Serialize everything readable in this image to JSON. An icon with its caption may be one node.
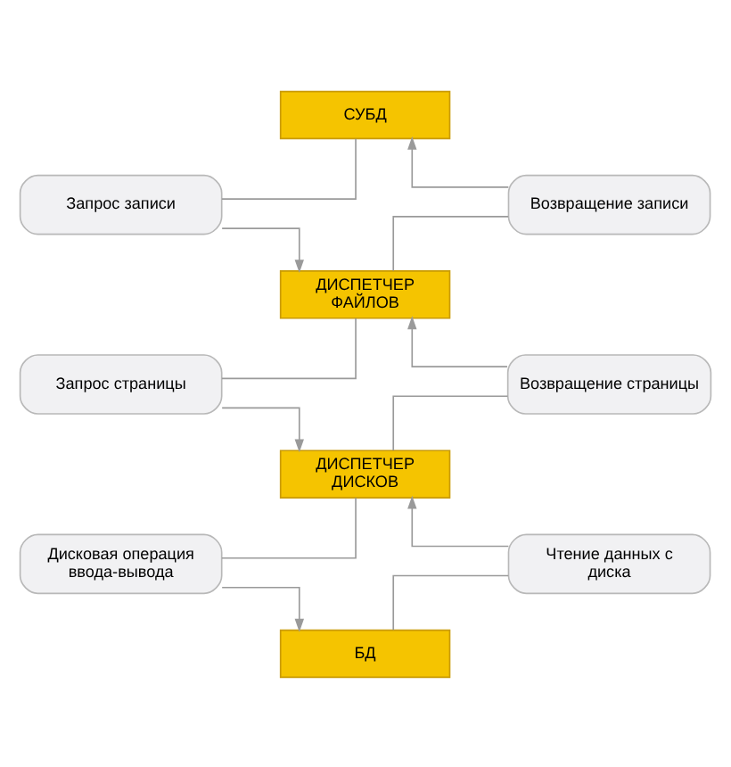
{
  "diagram": {
    "nodes": [
      {
        "text": [
          "СУБД"
        ]
      },
      {
        "text": [
          "Запрос записи"
        ]
      },
      {
        "text": [
          "Возвращение записи"
        ]
      },
      {
        "text": [
          "ДИСПЕТЧЕР ФАЙЛОВ"
        ]
      },
      {
        "text": [
          "Запрос страницы"
        ]
      },
      {
        "text": [
          "Возвращение страницы"
        ]
      },
      {
        "text": [
          "ДИСПЕТЧЕР ДИСКОВ"
        ]
      },
      {
        "text": [
          "Дисковая операция ввода-вывода"
        ]
      },
      {
        "text": [
          "Чтение данных с диска"
        ]
      },
      {
        "text": [
          "БД"
        ]
      }
    ],
    "edges": [
      {
        "from": 0,
        "to": 1,
        "arrow": "none"
      },
      {
        "from": 1,
        "to": 3,
        "arrow": "to"
      },
      {
        "from": 3,
        "to": 2,
        "arrow": "none"
      },
      {
        "from": 2,
        "to": 0,
        "arrow": "to"
      },
      {
        "from": 3,
        "to": 4,
        "arrow": "none"
      },
      {
        "from": 4,
        "to": 6,
        "arrow": "to"
      },
      {
        "from": 6,
        "to": 5,
        "arrow": "none"
      },
      {
        "from": 5,
        "to": 3,
        "arrow": "to"
      },
      {
        "from": 6,
        "to": 7,
        "arrow": "none"
      },
      {
        "from": 7,
        "to": 9,
        "arrow": "to"
      },
      {
        "from": 9,
        "to": 8,
        "arrow": "none"
      },
      {
        "from": 8,
        "to": 6,
        "arrow": "to"
      }
    ]
  }
}
